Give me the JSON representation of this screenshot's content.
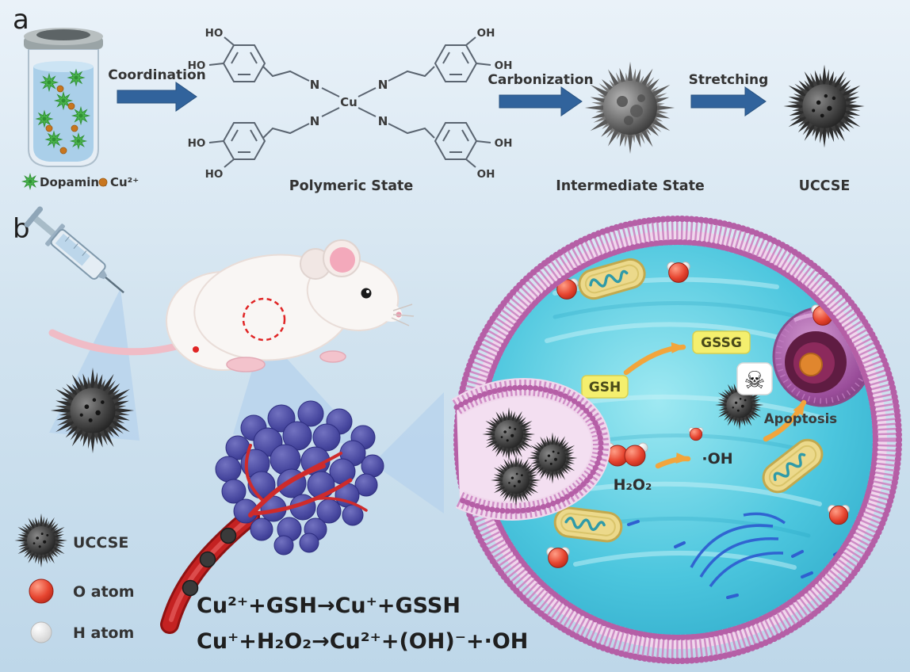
{
  "figure": {
    "panel_a": {
      "label": "a",
      "arrow_labels": {
        "step1": "Coordination",
        "step2": "Carbonization",
        "step3": "Stretching"
      },
      "captions": {
        "polymeric": "Polymeric State",
        "intermediate": "Intermediate State",
        "uccse": "UCCSE"
      },
      "legend": {
        "dopamine": "Dopamine",
        "cu_ion": "Cu²⁺"
      },
      "structure_labels": {
        "cu": "Cu",
        "n": "N",
        "ho": "HO",
        "oh": "OH"
      }
    },
    "panel_b": {
      "label": "b",
      "cell_labels": {
        "gsh": "GSH",
        "gssg": "GSSG",
        "h2o2": "H₂O₂",
        "oh_radical": "·OH",
        "apoptosis": "Apoptosis",
        "skull": "☠"
      },
      "legend": {
        "uccse": "UCCSE",
        "o_atom": "O atom",
        "h_atom": "H atom"
      },
      "equations": {
        "eq1": "Cu²⁺+GSH→Cu⁺+GSSH",
        "eq2": "Cu⁺+H₂O₂→Cu²⁺+(OH)⁻+·OH"
      }
    },
    "colors": {
      "arrow_blue": "#31639c",
      "label_yellow": "#f4ef6e",
      "arrow_orange": "#f2a53c",
      "tumor_purple": "#42429a",
      "vessel_red": "#c42222",
      "membrane_pink": "#cf8cc6",
      "cytoplasm_cyan": "#4cc6de",
      "particle_gray": "#2d2d2d",
      "dopamine_green": "#49b34c",
      "copper_orange": "#c8761f"
    }
  }
}
